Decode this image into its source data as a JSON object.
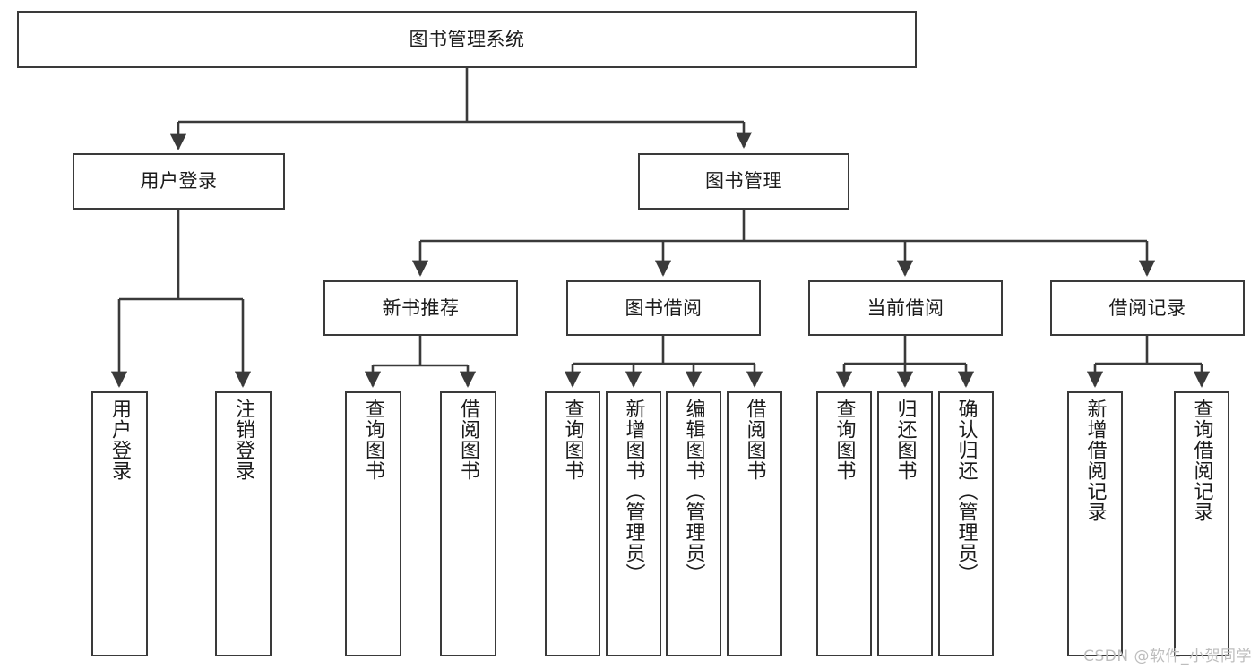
{
  "diagram": {
    "title": "图书管理系统",
    "type": "tree",
    "stroke_color": "#3a3a3a",
    "fill_color": "#ffffff",
    "text_color": "#1b1b1b",
    "root": {
      "label": "图书管理系统"
    },
    "level2": [
      {
        "label": "用户登录"
      },
      {
        "label": "图书管理"
      }
    ],
    "level3": [
      {
        "label": "新书推荐"
      },
      {
        "label": "图书借阅"
      },
      {
        "label": "当前借阅"
      },
      {
        "label": "借阅记录"
      }
    ],
    "leaves": {
      "user_login": [
        {
          "label": "用户登录"
        },
        {
          "label": "注销登录"
        }
      ],
      "new_book_recommend": [
        {
          "label": "查询图书"
        },
        {
          "label": "借阅图书"
        }
      ],
      "book_borrow": [
        {
          "label": "查询图书"
        },
        {
          "label": "新增图书（管理员）"
        },
        {
          "label": "编辑图书（管理员）"
        },
        {
          "label": "借阅图书"
        }
      ],
      "current_borrow": [
        {
          "label": "查询图书"
        },
        {
          "label": "归还图书"
        },
        {
          "label": "确认归还（管理员）"
        }
      ],
      "borrow_record": [
        {
          "label": "新增借阅记录"
        },
        {
          "label": "查询借阅记录"
        }
      ]
    }
  },
  "watermark": {
    "text": "CSDN @软件_小贺同学"
  }
}
